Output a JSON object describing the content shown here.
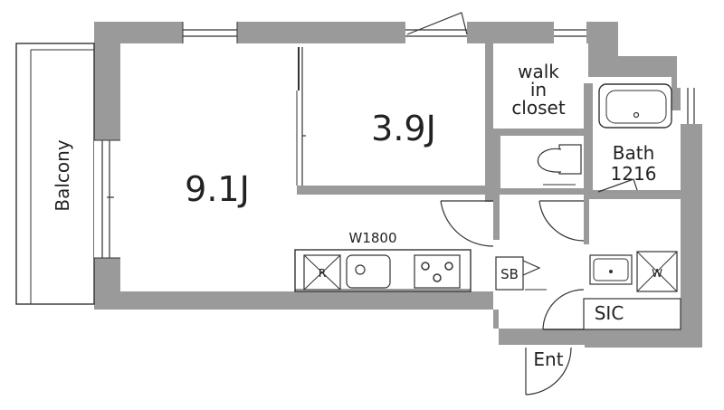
{
  "rooms": {
    "main_room": "9.1J",
    "bedroom": "3.9J",
    "walk_in_closet": [
      "walk",
      "in",
      "closet"
    ],
    "bath": [
      "Bath",
      "1216"
    ],
    "sic": "SIC",
    "entrance": "Ent",
    "balcony": "Balcony",
    "shoe_box": "SB",
    "kitchen_width": "W1800",
    "fridge_mark": "R",
    "washer_mark": "W"
  },
  "colors": {
    "wall": "#9a9a9a",
    "line": "#333333",
    "text": "#222222",
    "background": "#ffffff"
  }
}
